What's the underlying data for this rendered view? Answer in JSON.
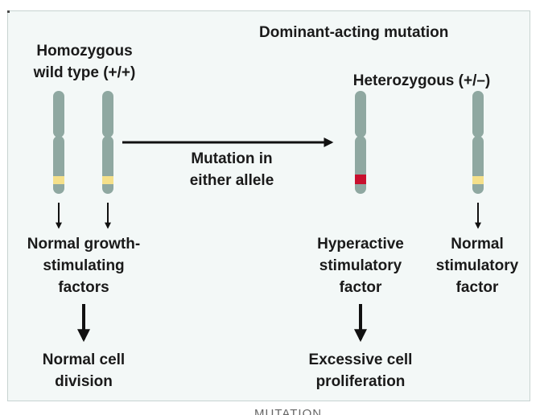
{
  "title": "Dominant-acting mutation",
  "left_genotype": [
    "Homozygous",
    "wild type (+/+)"
  ],
  "right_genotype": "Heterozygous (+/–)",
  "transition_label": [
    "Mutation in",
    "either allele"
  ],
  "left_product": [
    "Normal growth-",
    "stimulating",
    "factors"
  ],
  "hyperactive_product": [
    "Hyperactive",
    "stimulatory",
    "factor"
  ],
  "normal_product": [
    "Normal",
    "stimulatory",
    "factor"
  ],
  "left_outcome": [
    "Normal cell",
    "division"
  ],
  "right_outcome": [
    "Excessive cell",
    "proliferation"
  ],
  "cutoff_caption": "MUTATION",
  "colors": {
    "chromosome": "#8fa8a1",
    "normal_allele": "#f5e08a",
    "mutant_allele": "#c8102e",
    "arrow": "#111111",
    "panel": "#f3f8f7"
  }
}
